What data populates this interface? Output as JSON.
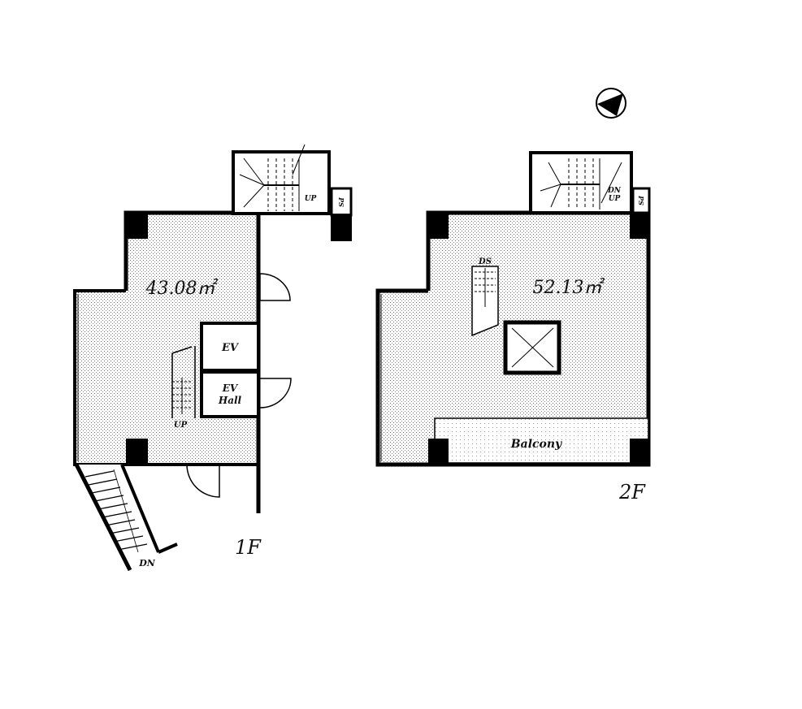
{
  "floors": [
    {
      "name": "1F",
      "area": "43.08㎡",
      "rooms": {
        "ev": "EV",
        "ev_hall_1": "EV",
        "ev_hall_2": "Hall"
      },
      "stair_up": "UP",
      "stair_down": "DN",
      "stair_core": "UP",
      "ps": "PS"
    },
    {
      "name": "2F",
      "area": "52.13㎡",
      "balcony": "Balcony",
      "stair_down": "DS",
      "stair_core_1": "DN",
      "stair_core_2": "UP",
      "ps": "PS"
    }
  ],
  "compass": "north-arrow-icon",
  "colors": {
    "wall": "#000000",
    "floor_dots": "#777777"
  }
}
